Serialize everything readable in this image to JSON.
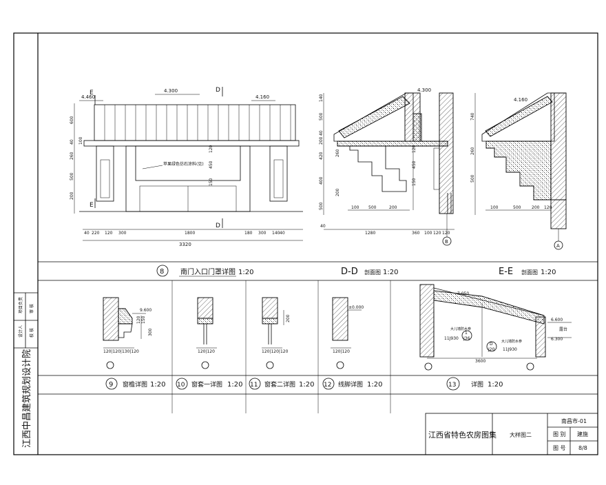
{
  "institute": "江西中昌建筑规划设计院",
  "signatures": [
    "设计人",
    "校 核",
    "项目负责",
    "审 核"
  ],
  "elevation": {
    "dim_top_left": "4.460",
    "dim_top_center": "4.300",
    "dim_top_right": "4.160",
    "section_mark_e": "E",
    "section_mark_d": "D",
    "note": "苹果绿色仿石涂料(见)",
    "left_dims": [
      "600",
      "40",
      "100",
      "260",
      "500",
      "200"
    ],
    "mid_dims": [
      "120",
      "450",
      "150"
    ],
    "bottom_dims": [
      "40",
      "220",
      "120",
      "300",
      "1800",
      "180",
      "300",
      "140",
      "40"
    ],
    "total_width": "3320"
  },
  "section_dd": {
    "top_elev": "4.300",
    "left_dims": [
      "140",
      "500",
      "40",
      "200",
      "420",
      "260",
      "400",
      "200",
      "500"
    ],
    "mid_dims": [
      "120",
      "450",
      "150"
    ],
    "bottom_dims": [
      "100",
      "500",
      "200"
    ],
    "lower_dims": [
      "1280",
      "360",
      "100",
      "120",
      "120"
    ],
    "axis": "B",
    "base_dim": "40"
  },
  "section_ee": {
    "top_elev": "4.160",
    "left_dims": [
      "740",
      "260",
      "500"
    ],
    "bottom_dims": [
      "100",
      "500",
      "200",
      "120"
    ],
    "axis": "A"
  },
  "titles": {
    "t8_num": "8",
    "t8_text": "南门入口门罩详图",
    "t8_scale": "1:20",
    "tdd_text": "D-D",
    "tdd_sub": "剖面图",
    "tdd_scale": "1:20",
    "tee_text": "E-E",
    "tee_sub": "剖面图",
    "tee_scale": "1:20",
    "t9_num": "9",
    "t9_text": "窗檐详图",
    "t9_scale": "1:20",
    "t10_num": "10",
    "t10_text": "窗套一详图",
    "t10_scale": "1:20",
    "t11_num": "11",
    "t11_text": "窗套二详图",
    "t11_scale": "1:20",
    "t12_num": "12",
    "t12_text": "线脚详图",
    "t12_scale": "1:20",
    "t13_num": "13",
    "t13_text": "详图",
    "t13_scale": "1:20"
  },
  "detail9": {
    "elev": "9.600",
    "dims": [
      "120",
      "150",
      "300"
    ],
    "bottom": "120|120|130|120"
  },
  "detail10": {
    "bottom": "120|120"
  },
  "detail11": {
    "side": "200",
    "bottom": "120|120|120"
  },
  "detail12": {
    "elev": "±0.000",
    "bottom": "120|120"
  },
  "detail13": {
    "elev_top": "7.050",
    "elev_right1": "6.600",
    "elev_right2": "6.300",
    "ref1_num": "1",
    "ref1_code": "11J930",
    "ref1_page": "J36",
    "ref1_label": "大儿墙防水参",
    "ref2_num": "D",
    "ref2_code": "11J930",
    "ref2_page": "J20",
    "ref2_label": "大儿墙防水参",
    "side_label": "露台",
    "width": "3600"
  },
  "title_block": {
    "collection": "江西省特色农房图集",
    "drawing_name": "大样图二",
    "project": "南昌市-01",
    "category_label": "图 别",
    "category_value": "建施",
    "number_label": "图 号",
    "number_value": "8/8"
  }
}
